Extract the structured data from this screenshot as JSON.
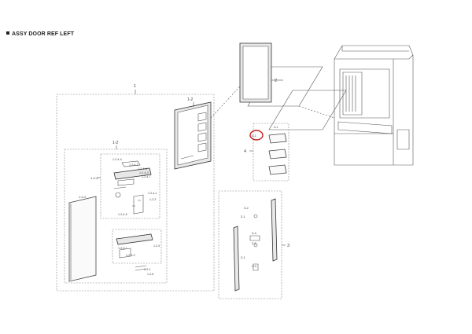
{
  "title": "ASSY DOOR REF LEFT",
  "highlight_color": "#cc1e1e",
  "labels": {
    "l_1": "1",
    "l_2": "2",
    "l_3": "3",
    "l_4": "4",
    "l_1_2_top": "1-2",
    "l_1_2": "1-2",
    "l_1_2_2": "1-2-2",
    "l_1_2_4": "1-2-4",
    "l_1_2_4_4": "1-2-4-4",
    "l_1_2_4_2": "1-2-4-2",
    "l_1_2_4_6": "1-2-4-6",
    "l_1_2_4_3": "1-2-4-3",
    "l_1_2_4_7": "1-2-4-7",
    "l_1_2_4_5": "1-2-4-5",
    "l_1_2_4_1": "1-2-4-1",
    "l_1_2_3": "1-2-3",
    "l_1_2_5": "1-2-5",
    "l_1_2_5_1": "1-2-5-1",
    "l_1_2_5_2": "1-2-5-2",
    "l_1_2_1": "1-2-1",
    "l_1_2_6": "1-2-6",
    "l_4_1": "4-1",
    "l_4_1_b": "4-1",
    "l_3_2": "3-2",
    "l_3_1a": "3-1",
    "l_3_1b": "3-1",
    "l_3_4": "3-4",
    "l_3_5": "3-5",
    "l_3_3": "3-3"
  }
}
